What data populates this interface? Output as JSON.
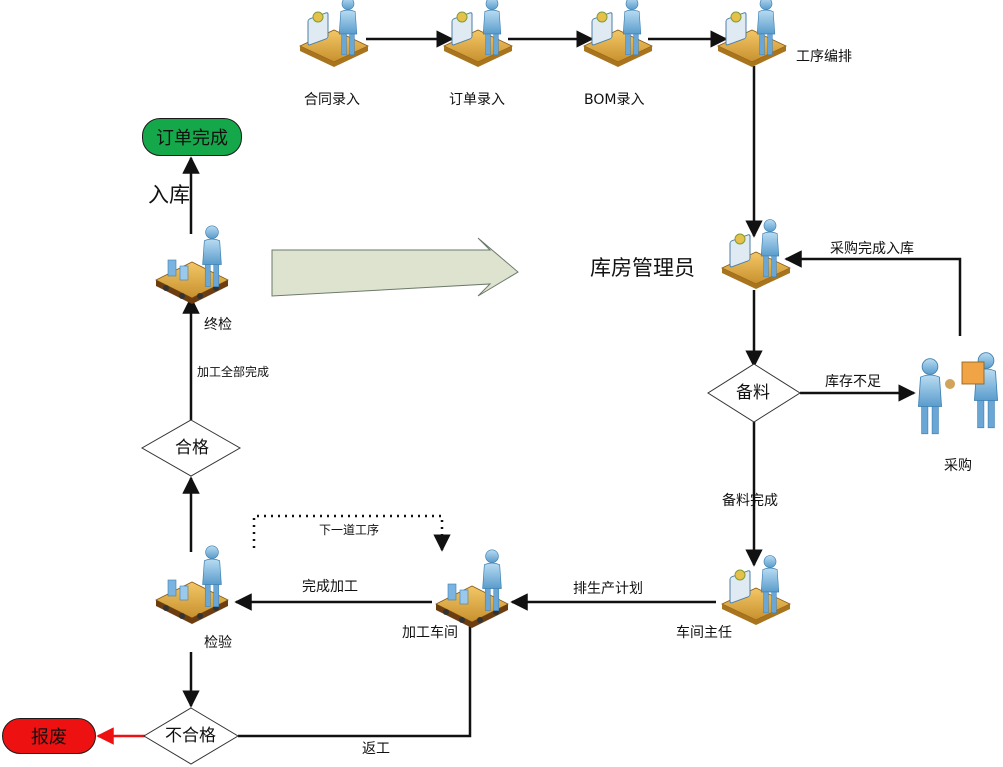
{
  "nodes": {
    "contract": "合同录入",
    "order": "订单录入",
    "bom": "BOM录入",
    "schedule": "工序编排",
    "warehouse": "库房管理员",
    "prepare": "备料",
    "purchase": "采购",
    "supervisor": "车间主任",
    "workshop": "加工车间",
    "inspect": "检验",
    "pass": "合格",
    "fail": "不合格",
    "final_check": "终检",
    "storage": "入库",
    "order_done": "订单完成",
    "scrap": "报废"
  },
  "edges": {
    "purchase_done": "采购完成入库",
    "stock_short": "库存不足",
    "prep_done": "备料完成",
    "plan": "排生产计划",
    "process_done": "完成加工",
    "next_step": "下一道工序",
    "all_done": "加工全部完成",
    "rework": "返工"
  },
  "colors": {
    "order_done": "#14a84a",
    "scrap": "#ee1111",
    "scrap_arrow": "#ee1111",
    "big_arrow": "#dde3cf"
  }
}
